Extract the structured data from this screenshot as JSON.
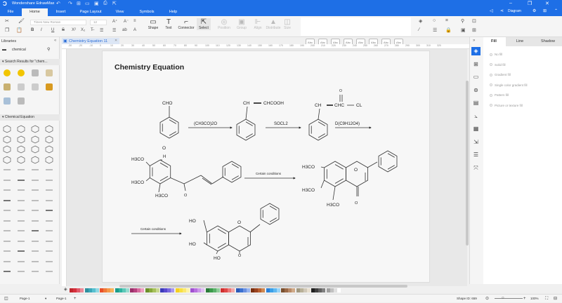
{
  "app": {
    "title": "Wondershare EdrawMax",
    "accent": "#1e6fe6"
  },
  "menu": [
    "File",
    "Home",
    "Insert",
    "Page Layout",
    "View",
    "Symbols",
    "Help"
  ],
  "header_right": {
    "diagram_label": "Diagram"
  },
  "ribbon": {
    "font_name": "Times New Roman",
    "font_size": "12",
    "tools": [
      {
        "label": "Shape"
      },
      {
        "label": "Text"
      },
      {
        "label": "Connector"
      },
      {
        "label": "Select"
      }
    ],
    "disabled_tools": [
      "Position",
      "Group",
      "Align",
      "Distribute",
      "Size"
    ],
    "style_swatch": "Abc"
  },
  "libraries": {
    "title": "Libraries",
    "search_value": "chemical",
    "search_section": "Search Results for \"chem...",
    "equation_section": "Chemical Equation"
  },
  "document": {
    "tab": "Chemistry Equation 11"
  },
  "ruler_ticks": [
    "-30",
    "-20",
    "-10",
    "0",
    "10",
    "20",
    "30",
    "40",
    "50",
    "60",
    "70",
    "80",
    "90",
    "100",
    "110",
    "120",
    "130",
    "140",
    "150",
    "160",
    "170",
    "180",
    "190",
    "200",
    "210",
    "220",
    "230",
    "240",
    "250",
    "260",
    "270",
    "280",
    "290",
    "300",
    "310",
    "320"
  ],
  "diagram": {
    "title": "Chemistry Equation",
    "r1": {
      "cho": "CHO",
      "arrow": "(CH3CO)2O"
    },
    "r2": {
      "ch": "CH",
      "chcooh": "CHCOOH",
      "arrow": "SOCL2"
    },
    "r3": {
      "ch": "CH",
      "chc": "CHC",
      "cl": "CL",
      "o": "O",
      "arrow": "D(C9H12O4)"
    },
    "m1": {
      "o": "O",
      "h": "H",
      "g1": "H3CO",
      "g2": "H3CO",
      "g3": "H3CO",
      "ko": "O"
    },
    "arrow2": "Certain conditions",
    "m2": {
      "g1": "H3CO",
      "g2": "H3CO",
      "g3": "H3CO",
      "ro": "O",
      "ko": "O"
    },
    "arrow3": "Certain conditions",
    "m3": {
      "g1": "HO",
      "g2": "HO",
      "g3": "HO",
      "ro": "O",
      "ko": "O"
    }
  },
  "right_panel": {
    "tabs": [
      "Fill",
      "Line",
      "Shadow"
    ],
    "active_tab": "Fill",
    "options": [
      "No fill",
      "Solid fill",
      "Gradient fill",
      "Single color gradient fill",
      "Pattern fill",
      "Picture or texture fill"
    ],
    "selected": "No fill",
    "icons": [
      "fill-icon",
      "grid-icon",
      "image-icon",
      "layers-icon",
      "document-icon",
      "chart-icon",
      "table-icon",
      "export-icon",
      "list-icon",
      "fit-icon"
    ]
  },
  "palette": [
    "#c0262d",
    "#d6303c",
    "#e05a6a",
    "#ec8a98",
    "#2f8f9d",
    "#3aa6b8",
    "#58c0d0",
    "#8fd8e3",
    "#e8502a",
    "#f07a3a",
    "#f59a4a",
    "#f7b45c",
    "#1a9c8a",
    "#2db3a0",
    "#5cc8b8",
    "#97dcd0",
    "#9a2f6a",
    "#b8427f",
    "#d86ea0",
    "#eea0c2",
    "#6a8f2a",
    "#86a83a",
    "#a6c05a",
    "#c8d890",
    "#3a3ab8",
    "#5a4ad0",
    "#7a6ae0",
    "#a898ef",
    "#f5d020",
    "#f8e040",
    "#fae870",
    "#fdf3a8",
    "#a050d0",
    "#b870e0",
    "#cc98ea",
    "#e0c0f4",
    "#2a7a3a",
    "#3a9a4a",
    "#5ab06a",
    "#90cc98",
    "#d03030",
    "#e04848",
    "#ec7878",
    "#f4a8a8",
    "#2a5ab8",
    "#3a70d0",
    "#6a90e0",
    "#98b4ee",
    "#7a3010",
    "#9a4420",
    "#b86030",
    "#d08850",
    "#2a80d8",
    "#3aa0e8",
    "#60b8f0",
    "#98d4f8",
    "#7a5030",
    "#9a6a48",
    "#b88a68",
    "#d0aa88",
    "#a09880",
    "#b8b098",
    "#d0c8b8",
    "#e8e0d0",
    "#202020",
    "#404040",
    "#606060",
    "#808080",
    "#a0a0a0",
    "#c0c0c0",
    "#e0e0e0",
    "#ffffff"
  ],
  "status": {
    "page_selector": "Page-1",
    "page_tab": "Page-1",
    "shape_id": "Shape ID: 659",
    "zoom": "100%"
  }
}
